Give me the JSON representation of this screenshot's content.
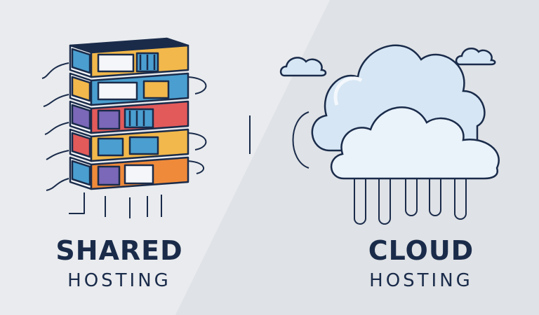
{
  "panels": [
    {
      "title": "SHARED",
      "subtitle": "HOSTING",
      "icon": "server-rack-icon"
    },
    {
      "title": "CLOUD",
      "subtitle": "HOSTING",
      "icon": "cloud-icon"
    }
  ],
  "colors": {
    "background_left": "#e9ebee",
    "background_right": "#dfe2e6",
    "outline": "#1a2b4a",
    "rack_yellow": "#f2b84b",
    "rack_blue": "#4a9fd0",
    "rack_red": "#e25a5a",
    "rack_orange": "#ef8a3a",
    "rack_purple": "#7b68b8",
    "cloud_fill": "#d6e6f4",
    "cloud_light": "#f4f8fc"
  }
}
